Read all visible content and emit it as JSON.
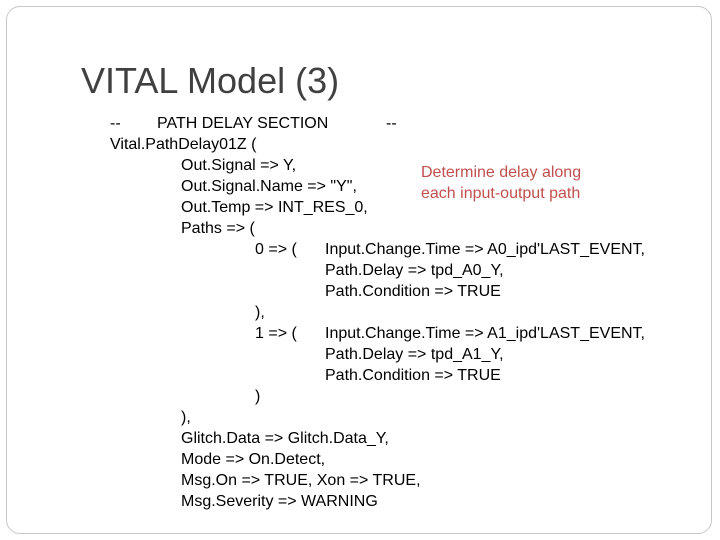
{
  "slide": {
    "title": "VITAL Model (3)",
    "code": {
      "comment_open": "--",
      "section_label": "PATH DELAY SECTION",
      "comment_close": "--",
      "call": "Vital.PathDelay01Z (",
      "out_signal": "Out.Signal => Y,",
      "out_signal_name": "Out.Signal.Name => \"Y\",",
      "out_temp": "Out.Temp => INT_RES_0,",
      "paths_open": "Paths => (",
      "path0_index": "0 => (",
      "path0_change": "Input.Change.Time => A0_ipd'LAST_EVENT,",
      "path0_delay": "Path.Delay => tpd_A0_Y,",
      "path0_condition": "Path.Condition => TRUE",
      "path0_close": "),",
      "path1_index": "1 => (",
      "path1_change": "Input.Change.Time => A1_ipd'LAST_EVENT,",
      "path1_delay": "Path.Delay => tpd_A1_Y,",
      "path1_condition": "Path.Condition => TRUE",
      "path1_close": ")",
      "paths_close": "),",
      "glitch_data": "Glitch.Data => Glitch.Data_Y,",
      "mode": "Mode => On.Detect,",
      "msg_on": "Msg.On => TRUE, Xon => TRUE,",
      "msg_severity": "Msg.Severity => WARNING"
    },
    "note_lines": [
      "Determine delay along",
      "each input-output path"
    ]
  },
  "colors": {
    "title": "#404040",
    "code": "#000000",
    "note": "#c0504d",
    "frame_border": "#c8c8c8"
  }
}
